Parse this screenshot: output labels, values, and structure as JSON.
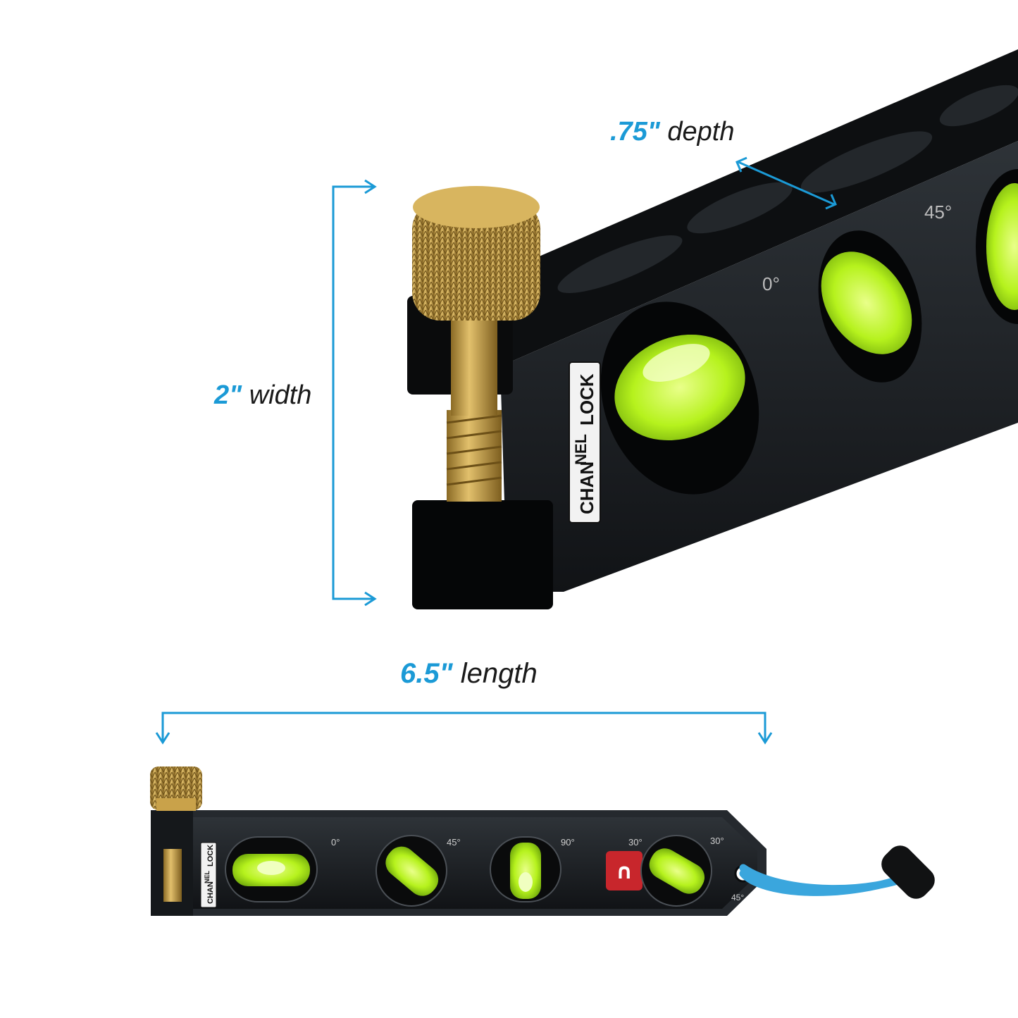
{
  "dimensions": {
    "depth": {
      "value": ".75\"",
      "unit": "depth"
    },
    "width": {
      "value": "2\"",
      "unit": "width"
    },
    "length": {
      "value": "6.5\"",
      "unit": "length"
    }
  },
  "brand": {
    "line1": "CHAN",
    "line2": "NEL",
    "line3": "LOCK"
  },
  "closeup": {
    "angle_0": "0°",
    "angle_45": "45°"
  },
  "level": {
    "vial_labels": [
      "0°",
      "45°",
      "90°",
      "30°"
    ],
    "end_angle_top": "30°",
    "end_angle_bottom": "45°"
  },
  "colors": {
    "accent": "#1b9ad6",
    "body": "#1c1f24",
    "vial": "#b6f21d",
    "brass": "#c9a24a",
    "magnet": "#c8262c",
    "lanyard": "#3aa6dd"
  }
}
